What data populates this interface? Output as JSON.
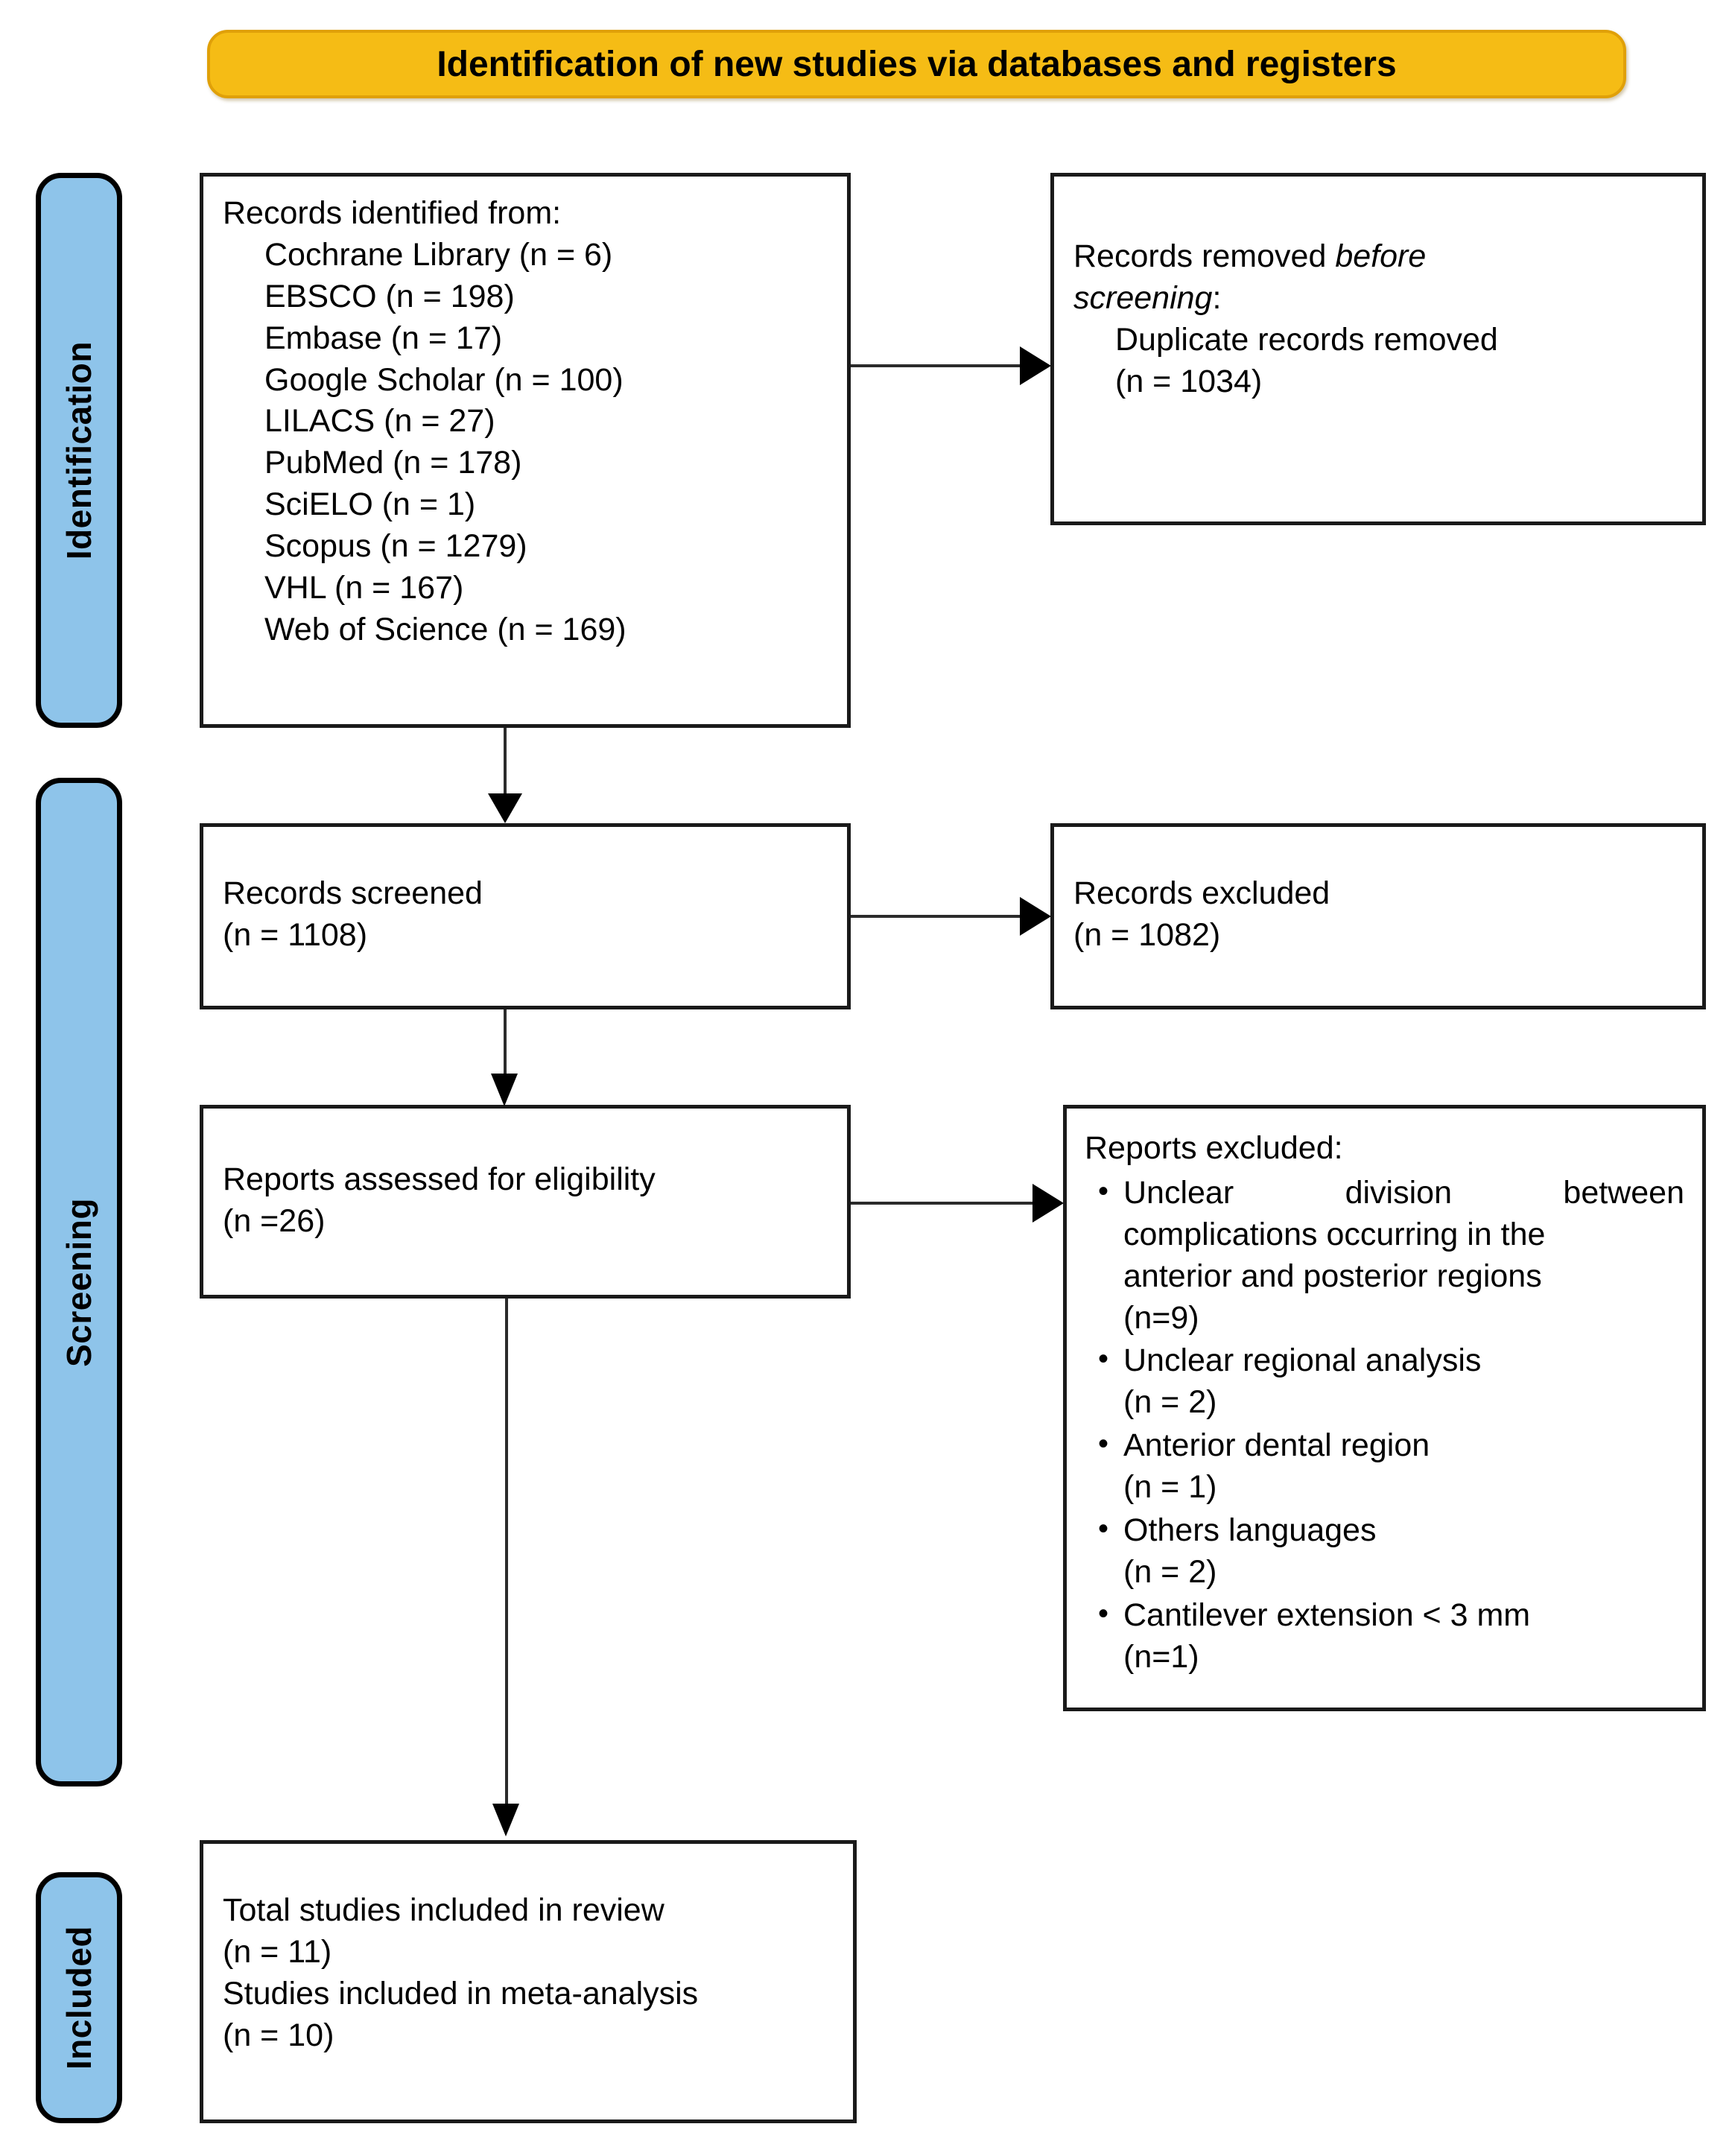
{
  "banner": {
    "title": "Identification of new studies via databases and registers",
    "fill_color": "#F5BC15"
  },
  "phases": {
    "fill_color": "#8EC4EA",
    "identification": "Identification",
    "screening": "Screening",
    "included": "Included"
  },
  "boxes": {
    "records_identified": {
      "heading": "Records identified from:",
      "sources": [
        "Cochrane Library (n = 6)",
        "EBSCO (n = 198)",
        "Embase (n = 17)",
        "Google Scholar (n = 100)",
        "LILACS (n = 27)",
        "PubMed (n = 178)",
        "SciELO (n = 1)",
        "Scopus (n = 1279)",
        "VHL (n = 167)",
        "Web of Science (n = 169)"
      ]
    },
    "records_removed": {
      "line1_pre": "Records removed ",
      "line1_em": "before",
      "line2_em": "screening",
      "line2_post": ":",
      "detail": "Duplicate records removed",
      "detail_n": "(n = 1034)"
    },
    "records_screened": {
      "label": "Records screened",
      "count": "(n = 1108)"
    },
    "records_excluded": {
      "label": "Records excluded",
      "count": "(n = 1082)"
    },
    "reports_assessed": {
      "label": "Reports assessed for eligibility",
      "count": "(n =26)"
    },
    "reports_excluded": {
      "heading": "Reports excluded:",
      "items": [
        {
          "text_l1": "Unclear division between",
          "text_l2": "complications occurring in the",
          "text_l3": "anterior and posterior regions",
          "count": "(n=9)"
        },
        {
          "text_l1": "Unclear regional analysis",
          "count": "(n = 2)"
        },
        {
          "text_l1": "Anterior dental region",
          "count": "(n = 1)"
        },
        {
          "text_l1": "Others languages",
          "count": "(n = 2)"
        },
        {
          "text_l1": "Cantilever extension < 3 mm",
          "count": "(n=1)"
        }
      ]
    },
    "total_included": {
      "label1": "Total studies included in review",
      "count1": "(n = 11)",
      "label2": "Studies included in meta-analysis",
      "count2": "(n = 10)"
    }
  }
}
